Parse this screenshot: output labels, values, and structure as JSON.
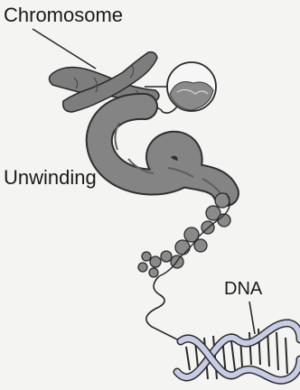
{
  "labels": {
    "chromosome": "Chromosome",
    "unwinding": "Unwinding",
    "dna": "DNA"
  },
  "colors": {
    "chromatin": "#7d7d7d",
    "outline": "#2a2a2a",
    "helix_strand": "#c8cde6",
    "background": "#f4f4f2"
  }
}
